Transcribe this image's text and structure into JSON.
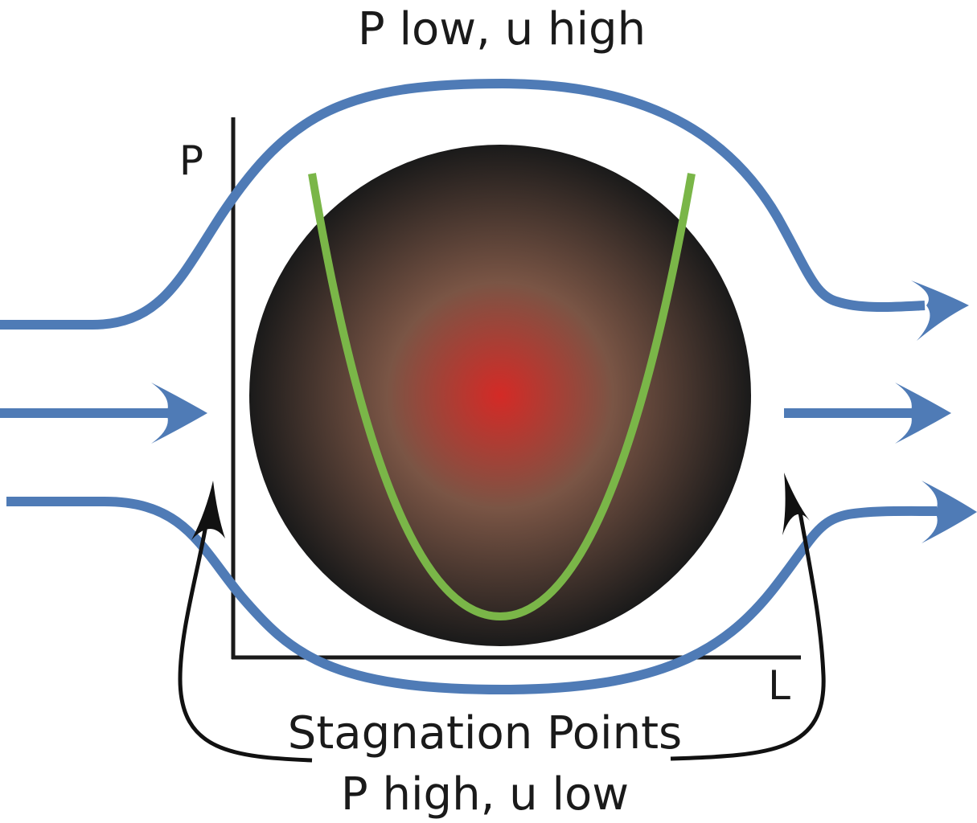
{
  "labels": {
    "top": "P low, u high",
    "axis_y": "P",
    "axis_x": "L",
    "stagnation_title": "Stagnation Points",
    "stagnation_sub": "P high, u low"
  },
  "colors": {
    "streamline": "#4f7bb6",
    "pressure_curve": "#7ab648",
    "axes": "#1a1a1a",
    "pointer": "#111111",
    "sphere_center": "#d42a26",
    "sphere_mid": "#7a5545",
    "sphere_edge": "#1a1a1a"
  }
}
